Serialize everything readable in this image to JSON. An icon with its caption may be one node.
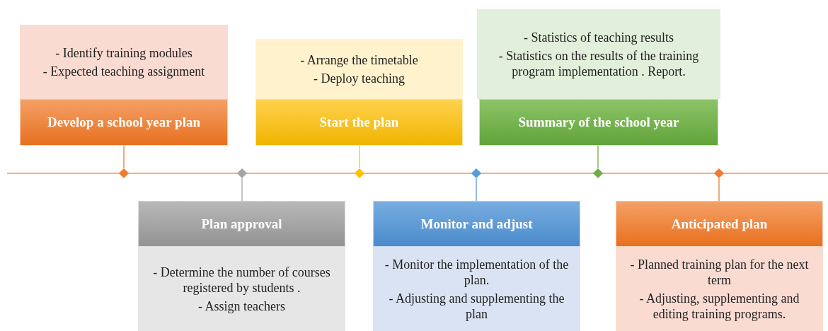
{
  "diagram": {
    "nodes": [
      {
        "text": [
          "- Identify training modules",
          "- Expected teaching assignment"
        ]
      },
      {
        "text": [
          "Develop a school year plan"
        ]
      },
      {
        "text": [
          "- Arrange the timetable",
          "- Deploy teaching"
        ]
      },
      {
        "text": [
          "Start the plan"
        ]
      },
      {
        "text": [
          "- Statistics of teaching results",
          "- Statistics on the results of the training program implementation . Report."
        ]
      },
      {
        "text": [
          "Summary of the school year"
        ]
      },
      {
        "text": [],
        "shape": "diamond"
      },
      {
        "text": [],
        "shape": "diamond"
      },
      {
        "text": [],
        "shape": "diamond"
      },
      {
        "text": [],
        "shape": "diamond"
      },
      {
        "text": [],
        "shape": "diamond"
      },
      {
        "text": [],
        "shape": "diamond"
      },
      {
        "text": [
          "Plan approval"
        ]
      },
      {
        "text": [
          "- Determine the number of courses registered by students .",
          "- Assign teachers"
        ]
      },
      {
        "text": [
          "Monitor and adjust"
        ]
      },
      {
        "text": [
          "- Monitor the implementation of the plan.",
          "- Adjusting and supplementing the plan"
        ]
      },
      {
        "text": [
          "Anticipated plan"
        ]
      },
      {
        "text": [
          "- Planned training plan for the next term",
          "- Adjusting, supplementing and editing training programs."
        ]
      }
    ],
    "edges": [
      {
        "from": 1,
        "to": 6,
        "arrow": "none",
        "color": "#ed7d31"
      },
      {
        "from": 12,
        "to": 7,
        "arrow": "none",
        "color": "#a5a5a5"
      },
      {
        "from": 3,
        "to": 8,
        "arrow": "none",
        "color": "#ffc000"
      },
      {
        "from": 14,
        "to": 9,
        "arrow": "none",
        "color": "#5b9bd5"
      },
      {
        "from": 5,
        "to": 10,
        "arrow": "none",
        "color": "#70ad47"
      },
      {
        "from": 16,
        "to": 11,
        "arrow": "none",
        "color": "#ed7d31"
      }
    ]
  }
}
